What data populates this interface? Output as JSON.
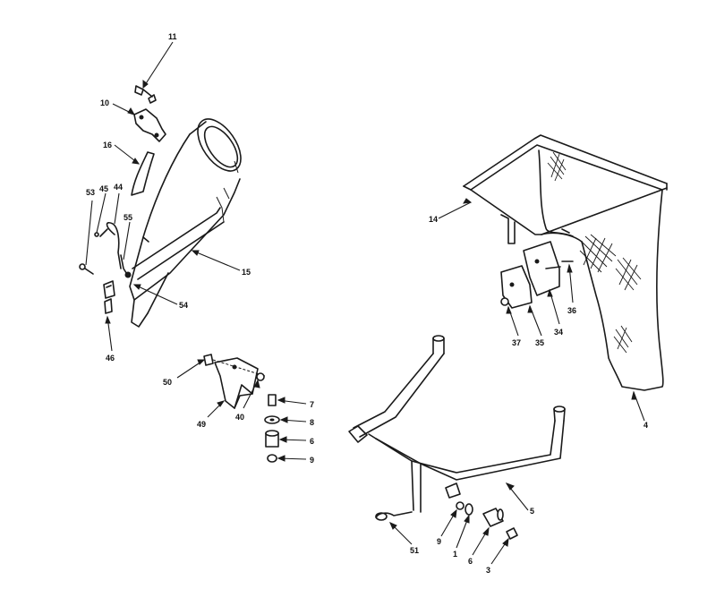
{
  "callouts": [
    {
      "id": "c11a",
      "label": "11"
    },
    {
      "id": "c10",
      "label": "10"
    },
    {
      "id": "c16",
      "label": "16"
    },
    {
      "id": "c53",
      "label": "53"
    },
    {
      "id": "c45",
      "label": "45"
    },
    {
      "id": "c44",
      "label": "44"
    },
    {
      "id": "c55",
      "label": "55"
    },
    {
      "id": "c15",
      "label": "15"
    },
    {
      "id": "c54",
      "label": "54"
    },
    {
      "id": "c46",
      "label": "46"
    },
    {
      "id": "c14",
      "label": "14"
    },
    {
      "id": "c36",
      "label": "36"
    },
    {
      "id": "c34",
      "label": "34"
    },
    {
      "id": "c35",
      "label": "35"
    },
    {
      "id": "c37",
      "label": "37"
    },
    {
      "id": "c4",
      "label": "4"
    },
    {
      "id": "c50",
      "label": "50"
    },
    {
      "id": "c49",
      "label": "49"
    },
    {
      "id": "c40",
      "label": "40"
    },
    {
      "id": "c7",
      "label": "7"
    },
    {
      "id": "c8",
      "label": "8"
    },
    {
      "id": "c6a",
      "label": "6"
    },
    {
      "id": "c9a",
      "label": "9"
    },
    {
      "id": "c5",
      "label": "5"
    },
    {
      "id": "c51",
      "label": "51"
    },
    {
      "id": "c9b",
      "label": "9"
    },
    {
      "id": "c1",
      "label": "1"
    },
    {
      "id": "c6b",
      "label": "6"
    },
    {
      "id": "c3",
      "label": "3"
    }
  ]
}
